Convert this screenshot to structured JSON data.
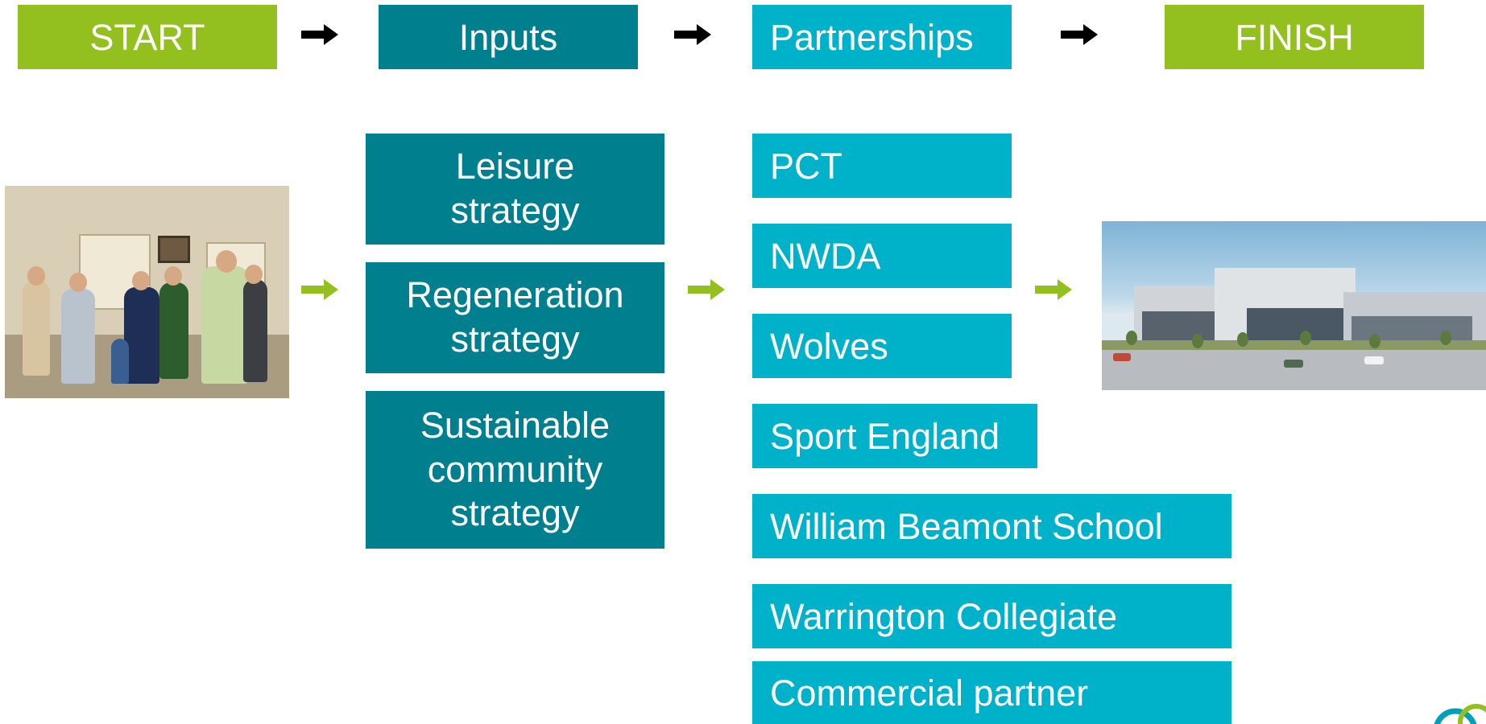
{
  "header": {
    "start": "START",
    "inputs": "Inputs",
    "partnerships": "Partnerships",
    "finish": "FINISH"
  },
  "inputs": [
    {
      "lines": [
        "Leisure",
        "strategy"
      ]
    },
    {
      "lines": [
        "Regeneration",
        "strategy"
      ]
    },
    {
      "lines": [
        "Sustainable",
        "community",
        "strategy"
      ]
    }
  ],
  "partners": [
    "PCT",
    "NWDA",
    "Wolves",
    "Sport England",
    "William Beamont School",
    "Warrington Collegiate",
    "Commercial partner"
  ],
  "colors": {
    "green": "#93c01f",
    "dark_teal": "#00808f",
    "light_teal": "#00b2c9",
    "black_arrow": "#000000",
    "green_arrow": "#93c01f"
  },
  "icons": {
    "flow_arrow": "right-arrow-icon",
    "logo": "council-logo"
  }
}
